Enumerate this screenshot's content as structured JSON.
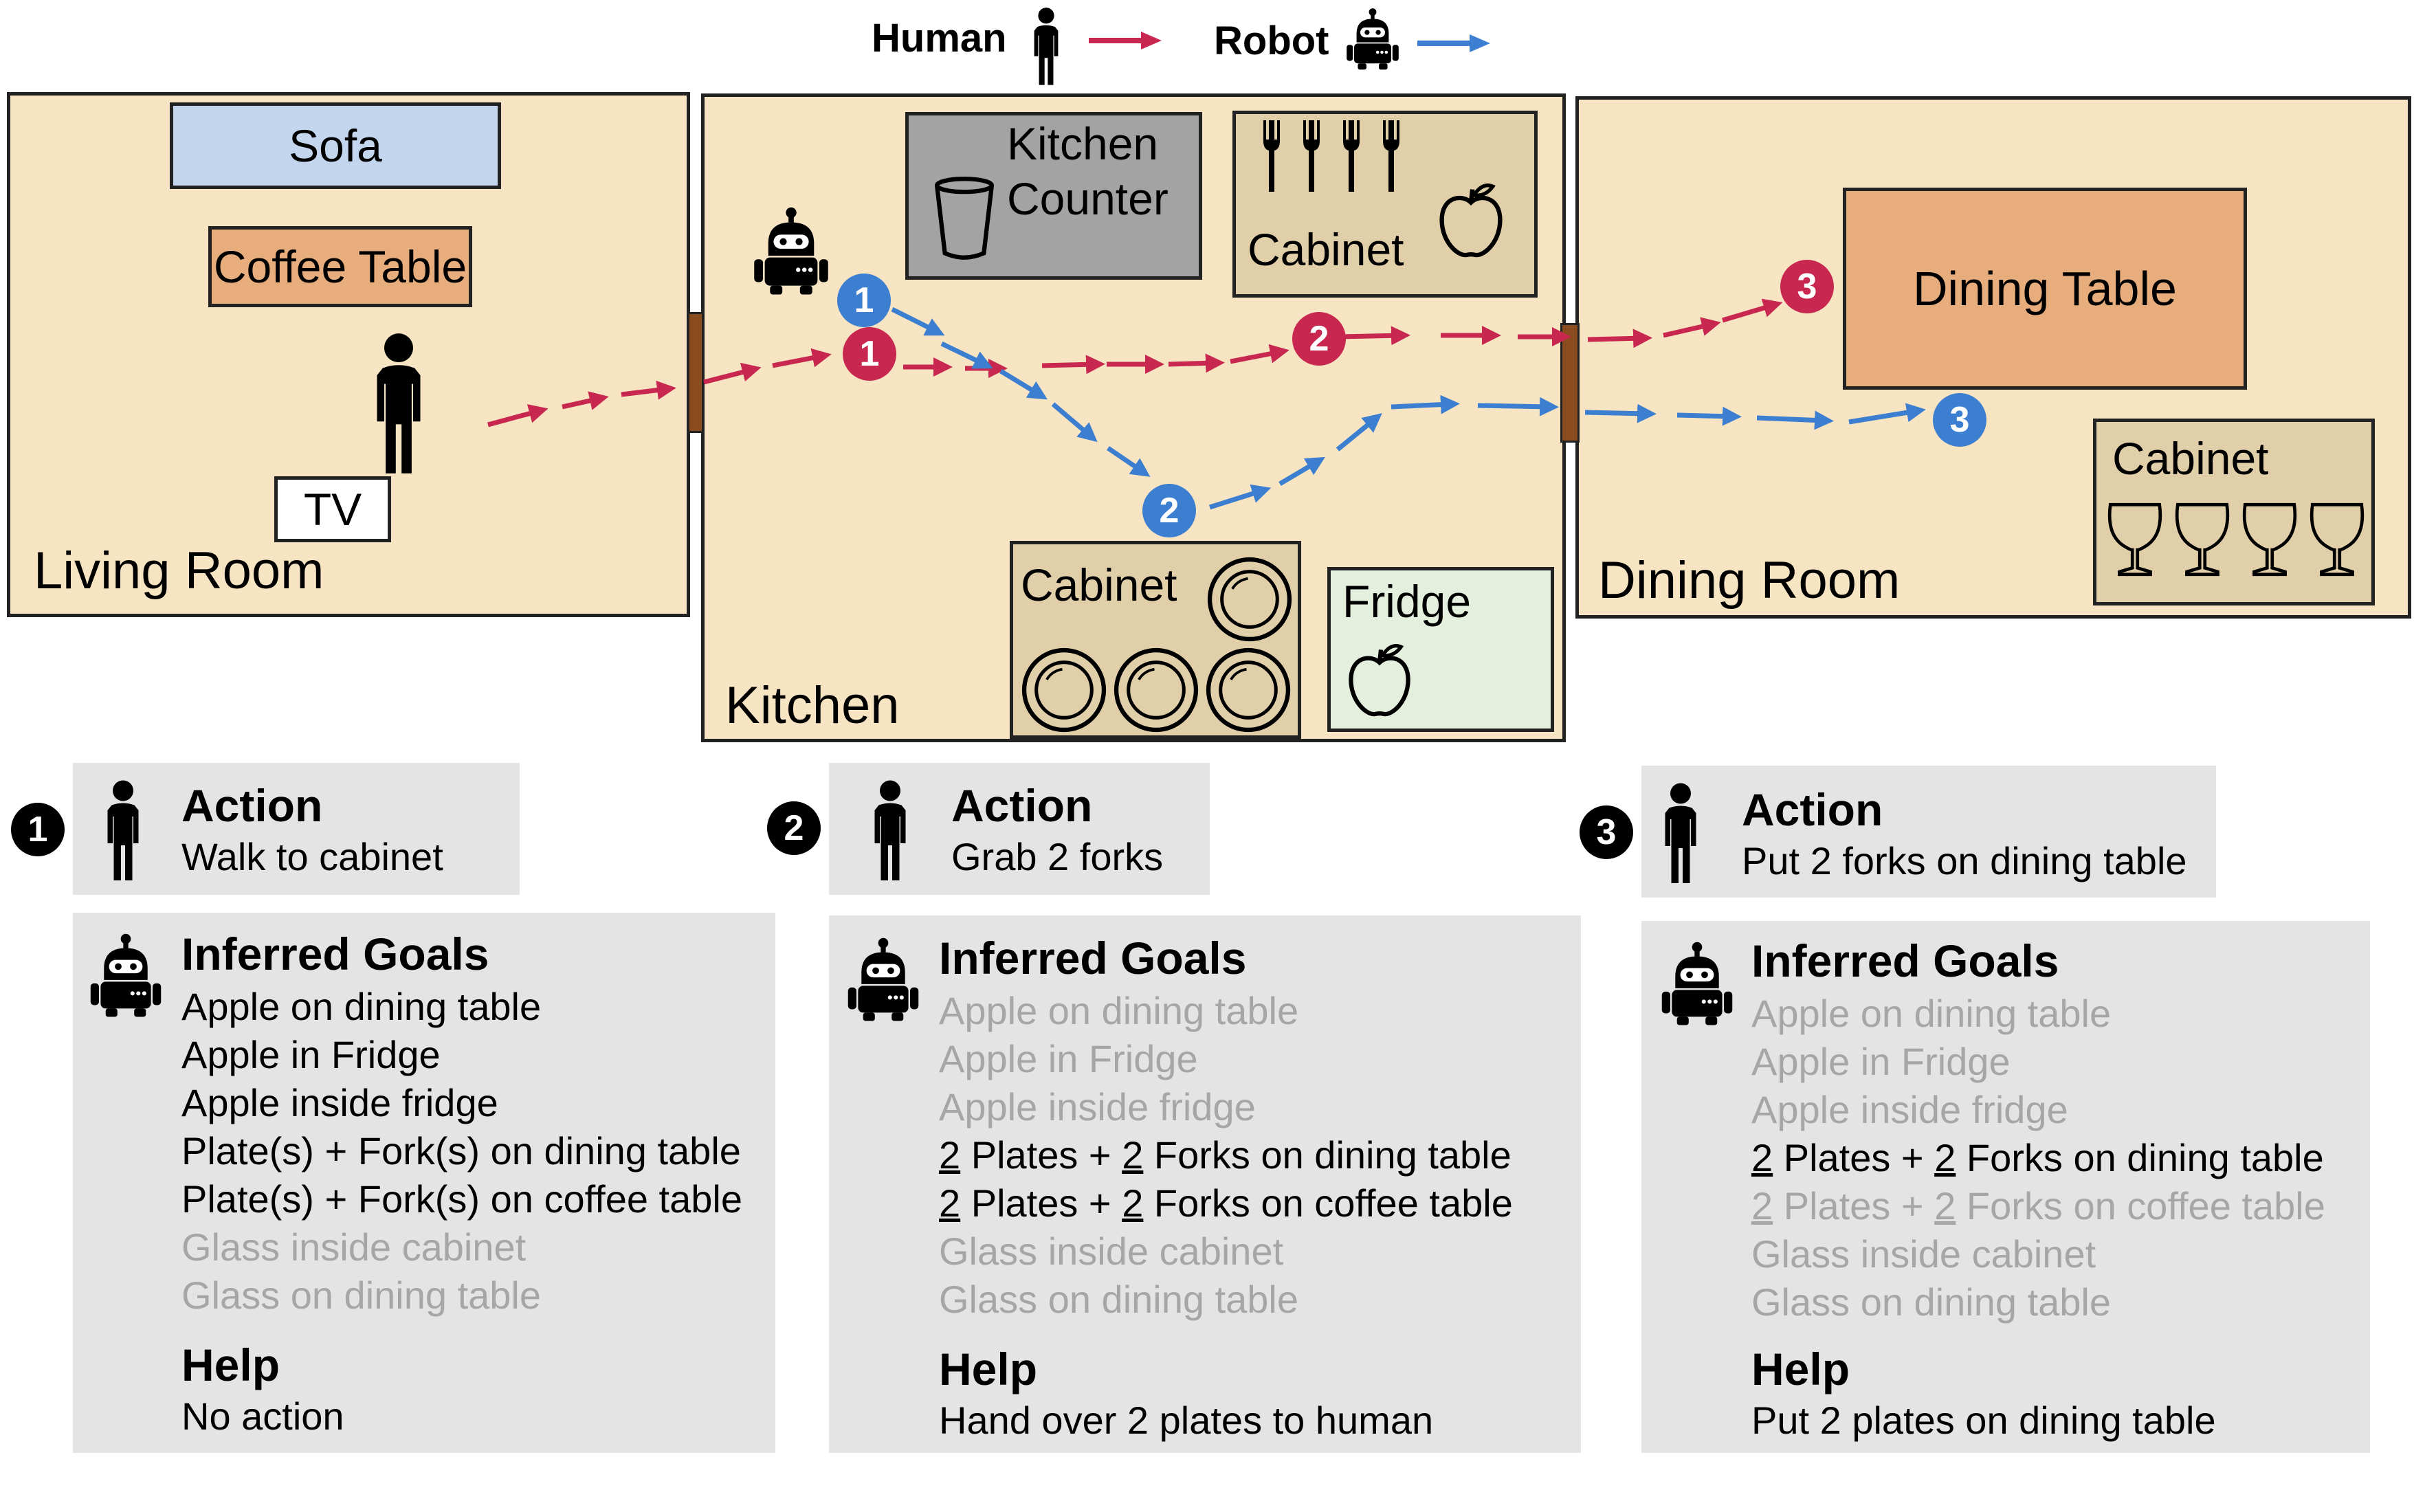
{
  "legend": {
    "human_label": "Human",
    "robot_label": "Robot",
    "human_color": "#c8284f",
    "robot_color": "#3c7fd0"
  },
  "rooms": {
    "living_room": "Living Room",
    "kitchen": "Kitchen",
    "dining_room": "Dining Room"
  },
  "objects": {
    "sofa": "Sofa",
    "coffee_table": "Coffee Table",
    "tv": "TV",
    "kitchen_counter_line1": "Kitchen",
    "kitchen_counter_line2": "Counter",
    "cabinet_forks": "Cabinet",
    "cabinet_plates": "Cabinet",
    "fridge": "Fridge",
    "dining_table": "Dining Table",
    "cabinet_glasses": "Cabinet"
  },
  "path_markers": {
    "human": [
      "1",
      "2",
      "3"
    ],
    "robot": [
      "1",
      "2",
      "3"
    ]
  },
  "steps": [
    {
      "number": "1",
      "action_title": "Action",
      "action_text": "Walk to cabinet",
      "goals_title": "Inferred Goals",
      "goals": [
        {
          "text": "Apple on dining table",
          "active": true
        },
        {
          "text": "Apple in Fridge",
          "active": true
        },
        {
          "text": "Apple inside fridge",
          "active": true
        },
        {
          "text": "Plate(s) + Fork(s) on dining table",
          "active": true
        },
        {
          "text": "Plate(s) + Fork(s) on coffee table",
          "active": true
        },
        {
          "text": "Glass inside cabinet",
          "active": false
        },
        {
          "text": "Glass on dining table",
          "active": false
        }
      ],
      "help_title": "Help",
      "help_text": "No action"
    },
    {
      "number": "2",
      "action_title": "Action",
      "action_text": "Grab 2 forks",
      "goals_title": "Inferred Goals",
      "goals": [
        {
          "text": "Apple on dining table",
          "active": false
        },
        {
          "text": "Apple in Fridge",
          "active": false
        },
        {
          "text": "Apple inside fridge",
          "active": false
        },
        {
          "n1": "2",
          "t1": " Plates + ",
          "n2": "2",
          "t2": " Forks on dining table",
          "active": true
        },
        {
          "n1": "2",
          "t1": " Plates + ",
          "n2": "2",
          "t2": " Forks on coffee table",
          "active": true
        },
        {
          "text": "Glass inside cabinet",
          "active": false
        },
        {
          "text": "Glass on dining table",
          "active": false
        }
      ],
      "help_title": "Help",
      "help_text": "Hand over 2 plates to human"
    },
    {
      "number": "3",
      "action_title": "Action",
      "action_text": "Put 2 forks on dining table",
      "goals_title": "Inferred Goals",
      "goals": [
        {
          "text": "Apple on dining table",
          "active": false
        },
        {
          "text": "Apple in Fridge",
          "active": false
        },
        {
          "text": "Apple inside fridge",
          "active": false
        },
        {
          "n1": "2",
          "t1": " Plates + ",
          "n2": "2",
          "t2": " Forks on dining table",
          "active": true
        },
        {
          "n1": "2",
          "t1": " Plates + ",
          "n2": "2",
          "t2": " Forks on coffee table",
          "active": false
        },
        {
          "text": "Glass inside cabinet",
          "active": false
        },
        {
          "text": "Glass on dining table",
          "active": false
        }
      ],
      "help_title": "Help",
      "help_text": "Put 2 plates on dining table"
    }
  ]
}
